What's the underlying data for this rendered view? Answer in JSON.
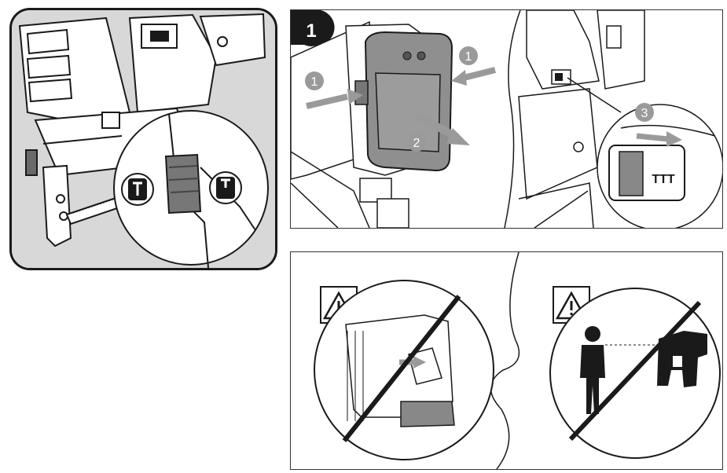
{
  "step_badge": {
    "label": "1"
  },
  "callouts": {
    "press_left": "1",
    "press_right": "1",
    "pull_out": "2",
    "slide_lock": "3"
  },
  "colors": {
    "battery_gray": "#8f8f8f",
    "callout_gray": "#9a9a9a",
    "line_black": "#1a1a1a",
    "panel_bg_gray": "#d8d8d8"
  },
  "icons": {
    "depth_setting_shallow": "nail-depth-shallow-icon",
    "depth_setting_deep": "nail-depth-deep-icon",
    "warning_left": "warning-triangle-icon",
    "warning_right": "warning-triangle-icon",
    "prohibition_left": "prohibition-slash-icon",
    "prohibition_right": "prohibition-slash-icon"
  },
  "lock_switch_label": "TTT"
}
